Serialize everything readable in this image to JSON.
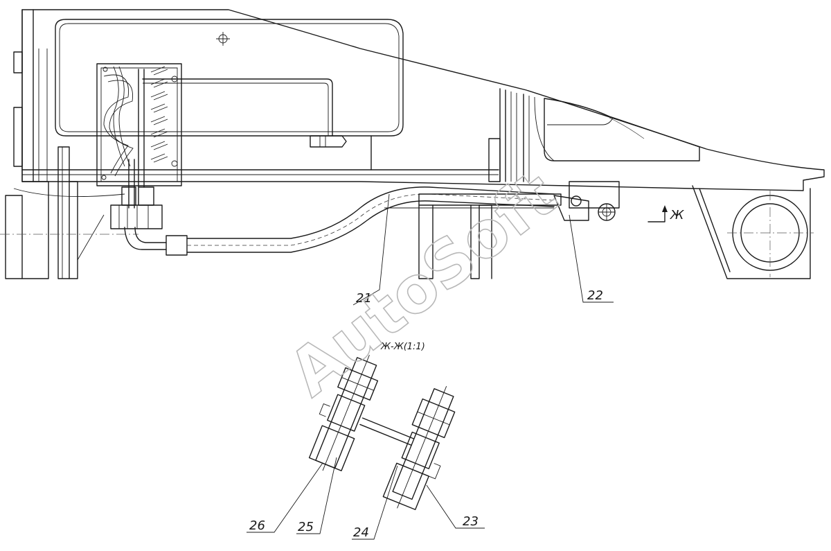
{
  "drawing": {
    "section_title": "Ж-Ж(1:1)",
    "section_arrow_label": "Ж",
    "callouts": [
      {
        "id": "c21",
        "label": "21"
      },
      {
        "id": "c22",
        "label": "22"
      },
      {
        "id": "c23",
        "label": "23"
      },
      {
        "id": "c24",
        "label": "24"
      },
      {
        "id": "c25",
        "label": "25"
      },
      {
        "id": "c26",
        "label": "26"
      }
    ],
    "watermark": "AutoSoft"
  }
}
